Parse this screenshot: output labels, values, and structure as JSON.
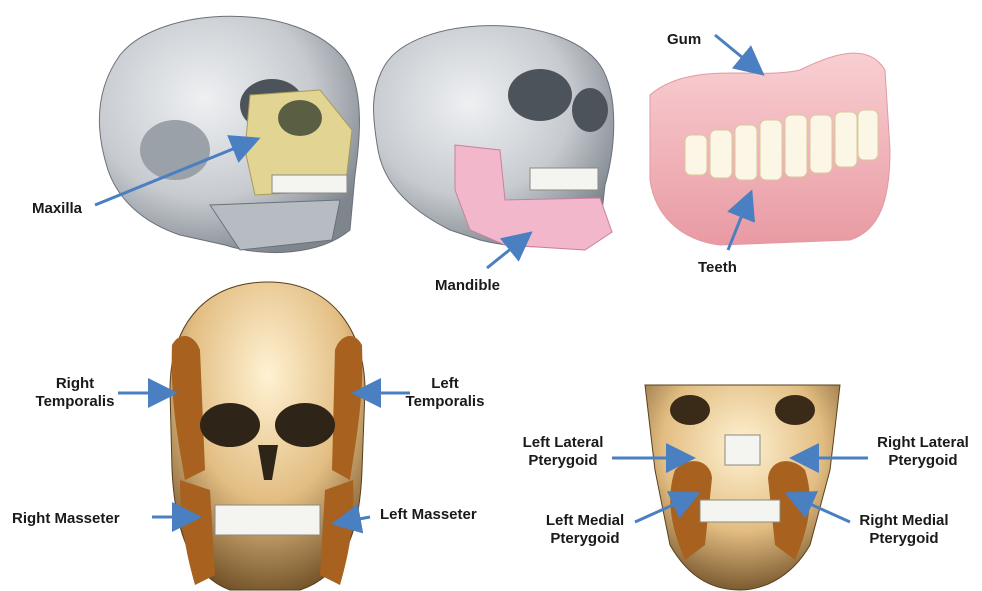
{
  "labels": {
    "maxilla": "Maxilla",
    "mandible": "Mandible",
    "gum": "Gum",
    "teeth": "Teeth",
    "right_temporalis_1": "Right",
    "right_temporalis_2": "Temporalis",
    "left_temporalis_1": "Left",
    "left_temporalis_2": "Temporalis",
    "right_masseter": "Right Masseter",
    "left_masseter": "Left Masseter",
    "left_lateral_pterygoid_1": "Left Lateral",
    "left_lateral_pterygoid_2": "Pterygoid",
    "right_lateral_pterygoid_1": "Right Lateral",
    "right_lateral_pterygoid_2": "Pterygoid",
    "left_medial_pterygoid_1": "Left Medial",
    "left_medial_pterygoid_2": "Pterygoid",
    "right_medial_pterygoid_1": "Right Medial",
    "right_medial_pterygoid_2": "Pterygoid"
  },
  "colors": {
    "arrow": "#4a7fc1",
    "skull_grey": "#c9cdd2",
    "maxilla_highlight": "#e4d79a",
    "mandible_highlight": "#f2b8cc",
    "gum_pink": "#f3b7bd",
    "bone_tan": "#e8c48a",
    "muscle_brown": "#a8611f"
  }
}
